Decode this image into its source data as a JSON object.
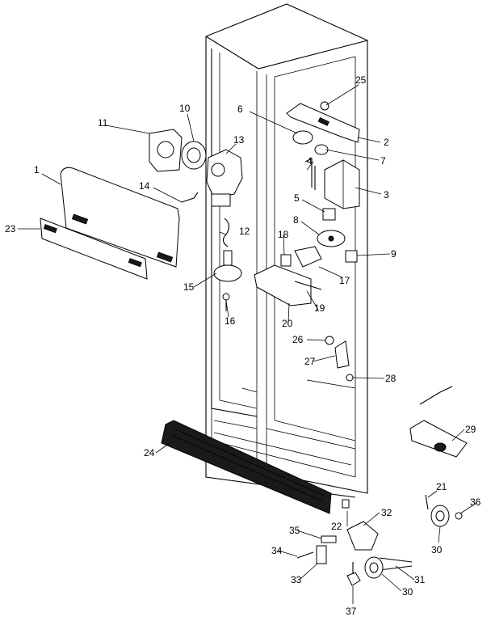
{
  "callouts": [
    "1",
    "2",
    "3",
    "4",
    "5",
    "6",
    "7",
    "8",
    "9",
    "10",
    "11",
    "12",
    "13",
    "14",
    "15",
    "16",
    "17",
    "18",
    "19",
    "20",
    "21",
    "22",
    "23",
    "24",
    "25",
    "26",
    "27",
    "28",
    "29",
    "30",
    "30",
    "31",
    "32",
    "33",
    "34",
    "35",
    "36",
    "37"
  ]
}
